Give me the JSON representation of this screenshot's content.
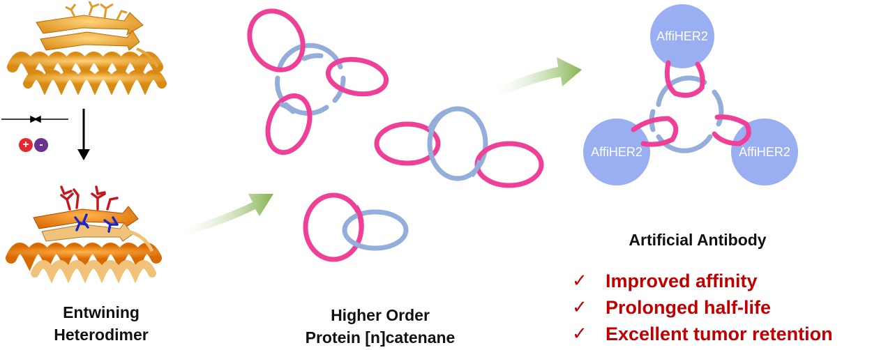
{
  "colors": {
    "pink": "#ef3f97",
    "blue": "#93aedb",
    "sphere": "#9aaef2",
    "arrow_green": "#8dba5c",
    "benefit_red": "#c00000",
    "helix_orange": "#f5a623",
    "positive": "#e8262e",
    "negative": "#6a3193"
  },
  "left_panel": {
    "caption_line1": "Entwining",
    "caption_line2": "Heterodimer",
    "positive_symbol": "+",
    "negative_symbol": "-"
  },
  "middle_panel": {
    "caption_line1": "Higher Order",
    "caption_line2": "Protein [n]catenane"
  },
  "right_panel": {
    "sphere_label_top": "AffiHER2",
    "sphere_label_left": "AffiHER2",
    "sphere_label_right": "AffiHER2",
    "caption": "Artificial Antibody",
    "benefits": [
      {
        "check": "✓",
        "text": "Improved affinity"
      },
      {
        "check": "✓",
        "text": "Prolonged half-life"
      },
      {
        "check": "✓",
        "text": "Excellent tumor retention"
      }
    ]
  }
}
